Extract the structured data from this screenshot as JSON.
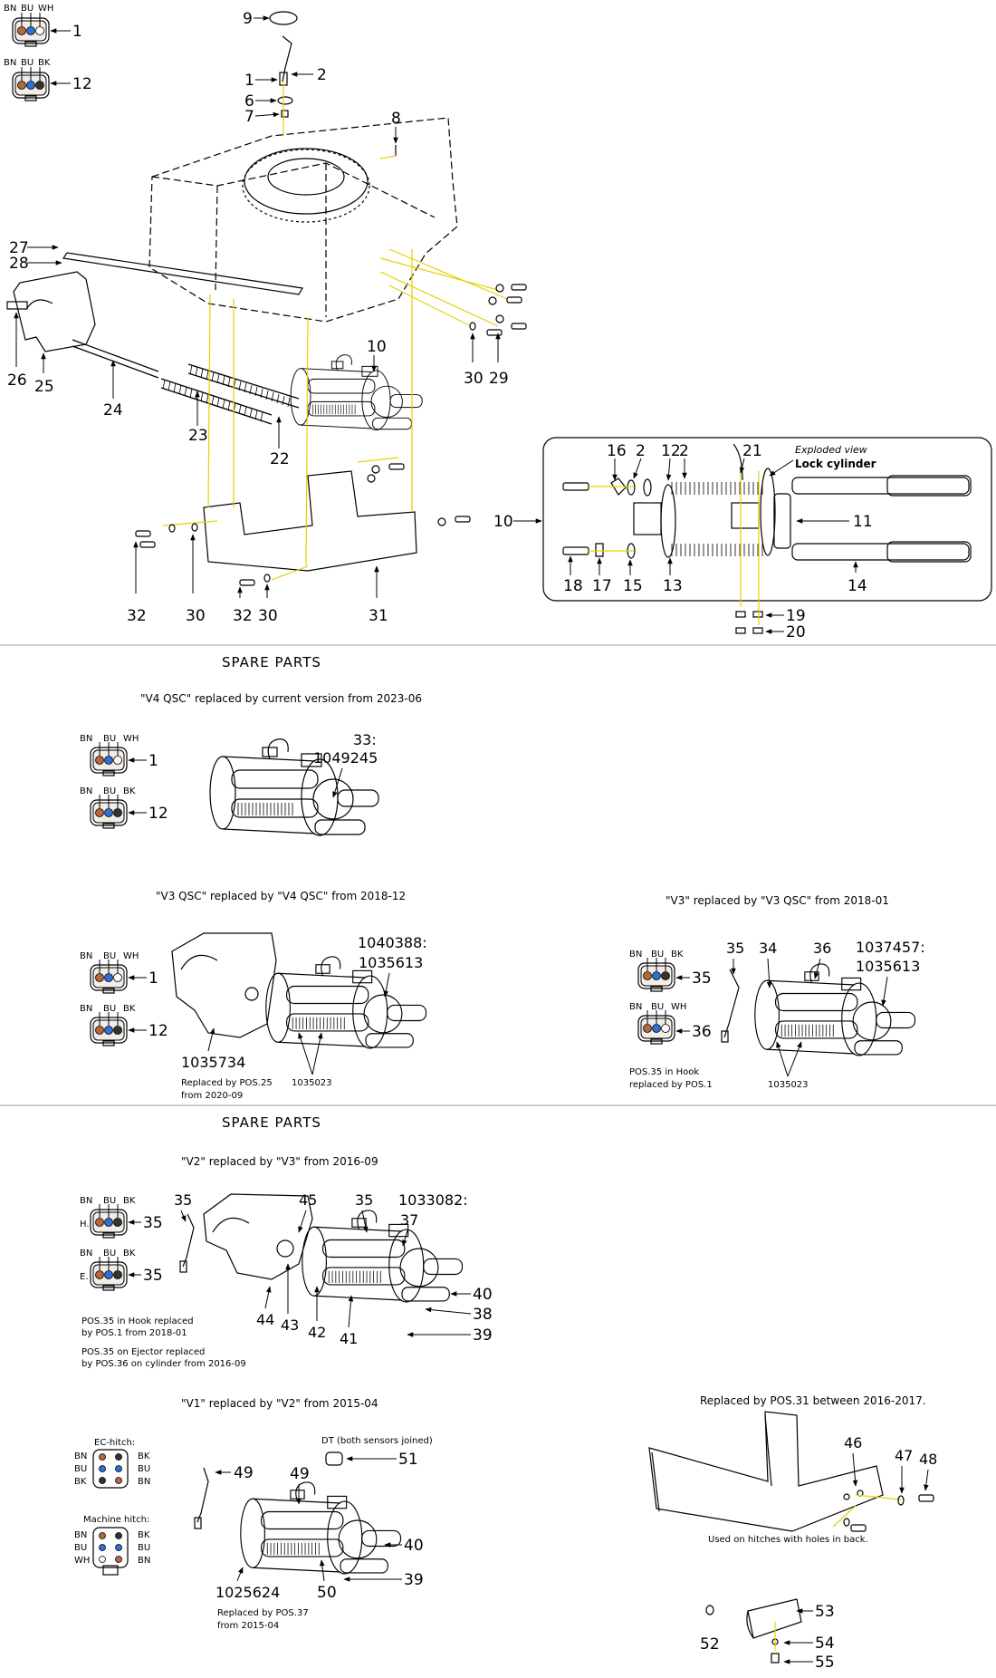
{
  "connectors": {
    "c1": {
      "wires": [
        "BN",
        "BU",
        "WH"
      ],
      "pos": "1"
    },
    "c12": {
      "wires": [
        "BN",
        "BU",
        "BK"
      ],
      "pos": "12"
    },
    "v4_c1": {
      "wires": [
        "BN",
        "BU",
        "WH"
      ],
      "pos": "1"
    },
    "v4_c12": {
      "wires": [
        "BN",
        "BU",
        "BK"
      ],
      "pos": "12"
    },
    "v3qsc_c1": {
      "wires": [
        "BN",
        "BU",
        "WH"
      ],
      "pos": "1"
    },
    "v3qsc_c12": {
      "wires": [
        "BN",
        "BU",
        "BK"
      ],
      "pos": "12"
    },
    "v3_c35": {
      "wires": [
        "BN",
        "BU",
        "BK"
      ],
      "pos": "35"
    },
    "v3_c36": {
      "wires": [
        "BN",
        "BU",
        "WH"
      ],
      "pos": "36"
    },
    "v2_h": {
      "wires": [
        "BN",
        "BU",
        "BK"
      ],
      "pos": "35",
      "prefix": "H."
    },
    "v2_e": {
      "wires": [
        "BN",
        "BU",
        "BK"
      ],
      "pos": "35",
      "prefix": "E."
    }
  },
  "top": {
    "labels": [
      "9",
      "1",
      "2",
      "6",
      "7",
      "8",
      "27",
      "28",
      "26",
      "25",
      "24",
      "23",
      "22",
      "10",
      "30",
      "29",
      "32",
      "30",
      "32",
      "30",
      "31"
    ]
  },
  "exploded": {
    "title": "Exploded view",
    "subtitle": "Lock cylinder",
    "labels": [
      "16",
      "2",
      "12",
      "2",
      "21",
      "11",
      "10",
      "18",
      "17",
      "15",
      "13",
      "14",
      "19",
      "20"
    ]
  },
  "sections": {
    "spare1": "SPARE PARTS",
    "spare2": "SPARE PARTS"
  },
  "v4": {
    "caption": "\"V4 QSC\" replaced by current version from 2023-06",
    "pos": "33:",
    "partno": "1049245"
  },
  "v3qsc": {
    "caption": "\"V3 QSC\" replaced by \"V4 QSC\" from 2018-12",
    "partno_a": "1040388:",
    "partno_b": "1035613",
    "hook_no": "1035734",
    "hook_note_1": "Replaced by POS.25",
    "hook_note_2": "from 2020-09",
    "spring_no": "1035023"
  },
  "v3": {
    "caption": "\"V3\" replaced by \"V3 QSC\" from 2018-01",
    "labels": [
      "35",
      "34",
      "36"
    ],
    "partno_a": "1037457:",
    "partno_b": "1035613",
    "note_1": "POS.35 in Hook",
    "note_2": "replaced by POS.1",
    "spring_no": "1035023"
  },
  "v2": {
    "caption": "\"V2\" replaced by \"V3\" from 2016-09",
    "labels": [
      "35",
      "45",
      "35",
      "37",
      "40",
      "38",
      "39",
      "44",
      "43",
      "42",
      "41"
    ],
    "partno": "1033082:",
    "note_1": "POS.35 in Hook replaced",
    "note_2": "by POS.1 from 2018-01",
    "note_3": "POS.35 on Ejector replaced",
    "note_4": "by POS.36 on cylinder from 2016-09"
  },
  "v1": {
    "caption": "\"V1\" replaced by \"V2\" from 2015-04",
    "ec_title": "EC-hitch:",
    "ec_left": [
      "BN",
      "BU",
      "BK"
    ],
    "ec_right": [
      "BK",
      "BU",
      "BN"
    ],
    "mh_title": "Machine hitch:",
    "mh_left": [
      "BN",
      "BU",
      "WH"
    ],
    "mh_right": [
      "BK",
      "BU",
      "BN"
    ],
    "dt_note": "DT (both sensors joined)",
    "labels": [
      "49",
      "49",
      "51",
      "40",
      "39",
      "50"
    ],
    "partno": "1025624",
    "note_1": "Replaced by POS.37",
    "note_2": "from 2015-04"
  },
  "plate": {
    "caption": "Replaced by POS.31 between 2016-2017.",
    "labels": [
      "46",
      "47",
      "48"
    ],
    "note": "Used on hitches with holes in back."
  },
  "pin": {
    "labels": [
      "53",
      "52",
      "54",
      "55"
    ]
  }
}
